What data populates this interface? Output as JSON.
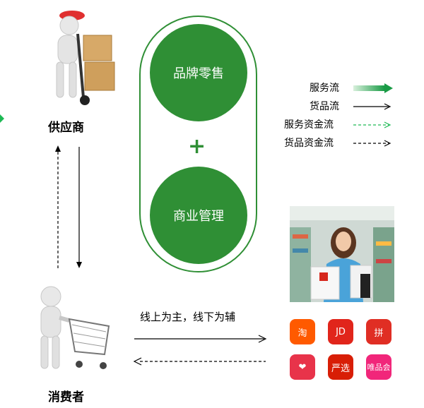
{
  "nodes": {
    "supplier": "供应商",
    "consumer": "消费者",
    "brand_retail": "品牌零售",
    "business_mgmt": "商业管理",
    "plus": "+"
  },
  "legend": [
    {
      "label": "服务流",
      "style": "solid-thick-green"
    },
    {
      "label": "货品流",
      "style": "solid-black"
    },
    {
      "label": "服务资金流",
      "style": "dashed-green"
    },
    {
      "label": "货品资金流",
      "style": "dashed-black"
    }
  ],
  "channel_caption": "线上为主，线下为辅",
  "apps": [
    {
      "name": "taobao-app-icon",
      "text": "淘",
      "color": "#ff5a00"
    },
    {
      "name": "jd-app-icon",
      "text": "JD",
      "color": "#e1251b"
    },
    {
      "name": "pinduoduo-app-icon",
      "text": "拼",
      "color": "#e02e24"
    },
    {
      "name": "heart-app-icon",
      "text": "❤",
      "color": "#e8334a"
    },
    {
      "name": "yanxuan-app-icon",
      "text": "严选",
      "color": "#d81e06"
    },
    {
      "name": "vip-app-icon",
      "text": "唯品会",
      "color": "#f1267a"
    }
  ],
  "colors": {
    "green": "#2f8f35",
    "arrow_green": "#1db954",
    "black": "#000000"
  }
}
